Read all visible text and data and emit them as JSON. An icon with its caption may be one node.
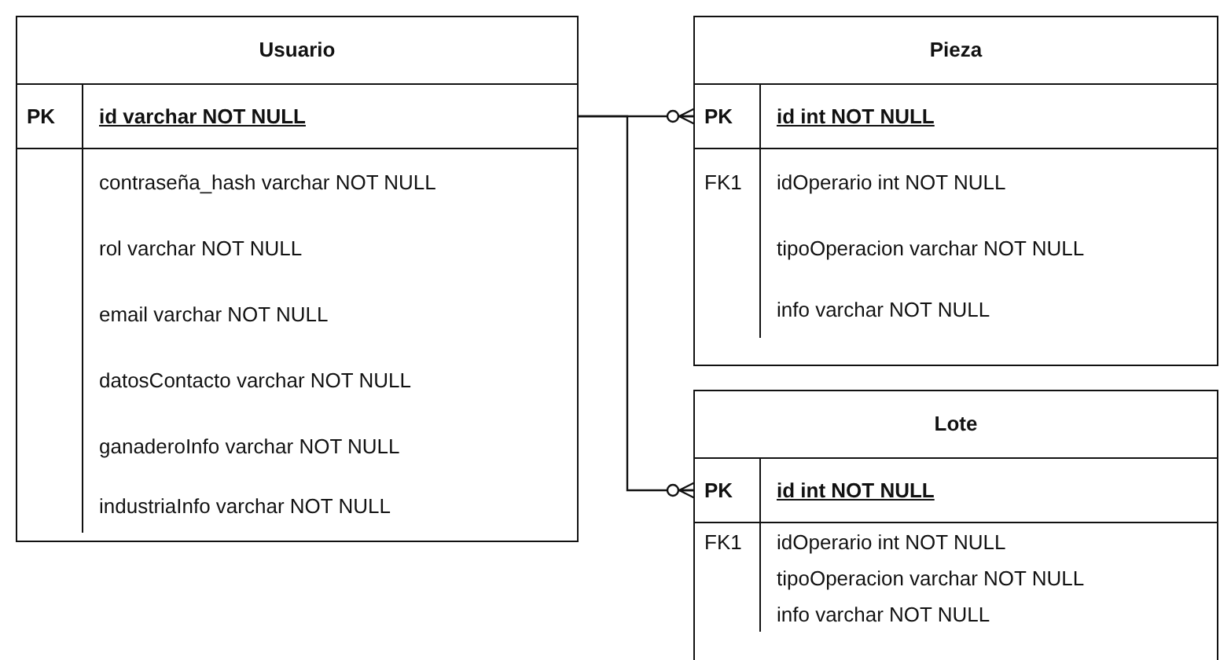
{
  "diagram": {
    "nodes": [
      {
        "text": [
          "Usuario"
        ]
      },
      {
        "text": [
          "PK",
          "id varchar NOT NULL"
        ],
        "in": 0
      },
      {
        "text": [
          "contraseña_hash varchar NOT NULL"
        ],
        "in": 0
      },
      {
        "text": [
          "rol varchar NOT NULL"
        ],
        "in": 0
      },
      {
        "text": [
          "email varchar NOT NULL"
        ],
        "in": 0
      },
      {
        "text": [
          "datosContacto varchar NOT NULL"
        ],
        "in": 0
      },
      {
        "text": [
          "ganaderoInfo varchar NOT NULL"
        ],
        "in": 0
      },
      {
        "text": [
          "industriaInfo varchar NOT NULL"
        ],
        "in": 0
      },
      {
        "text": [
          "Pieza"
        ]
      },
      {
        "text": [
          "PK",
          "id int NOT NULL"
        ],
        "in": 8
      },
      {
        "text": [
          "FK1",
          "idOperario int NOT NULL"
        ],
        "in": 8
      },
      {
        "text": [
          "tipoOperacion varchar NOT NULL"
        ],
        "in": 8
      },
      {
        "text": [
          "info varchar NOT NULL"
        ],
        "in": 8
      },
      {
        "text": [
          "Lote"
        ]
      },
      {
        "text": [
          "PK",
          "id int NOT NULL"
        ],
        "in": 13
      },
      {
        "text": [
          "FK1",
          "idOperario int NOT NULL"
        ],
        "in": 13
      },
      {
        "text": [
          "tipoOperacion varchar NOT NULL"
        ],
        "in": 13
      },
      {
        "text": [
          "info varchar NOT NULL"
        ],
        "in": 13
      }
    ],
    "edges": [
      {
        "from": 1,
        "to": 9,
        "arrow": "other"
      },
      {
        "from": 1,
        "to": 14,
        "arrow": "other"
      }
    ]
  }
}
